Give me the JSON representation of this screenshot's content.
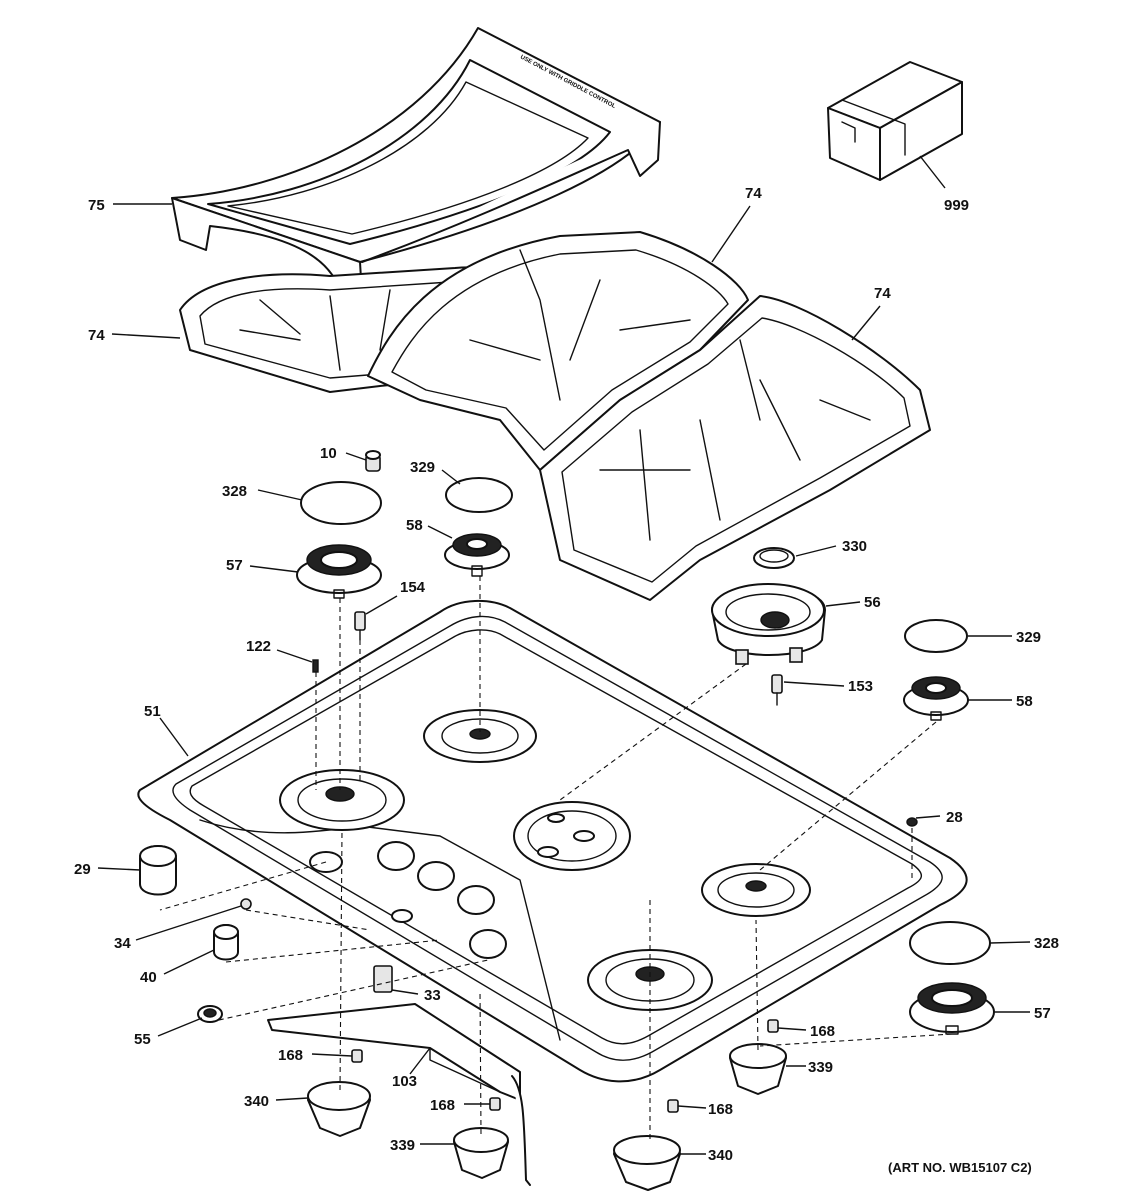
{
  "callouts": {
    "c75": "75",
    "c74a": "74",
    "c74b": "74",
    "c74c": "74",
    "c999": "999",
    "c10": "10",
    "c329a": "329",
    "c328a": "328",
    "c58a": "58",
    "c57a": "57",
    "c154": "154",
    "c330": "330",
    "c56": "56",
    "c329b": "329",
    "c122": "122",
    "c153": "153",
    "c58b": "58",
    "c51": "51",
    "c28": "28",
    "c29": "29",
    "c34": "34",
    "c40": "40",
    "c33": "33",
    "c328b": "328",
    "c57b": "57",
    "c55": "55",
    "c168a": "168",
    "c168b": "168",
    "c168c": "168",
    "c168d": "168",
    "c103": "103",
    "c339a": "339",
    "c340a": "340",
    "c339b": "339",
    "c340b": "340"
  },
  "griddle_label": "USE ONLY WITH GRIDDLE CONTROL",
  "art_number": "(ART NO. WB15107 C2)"
}
